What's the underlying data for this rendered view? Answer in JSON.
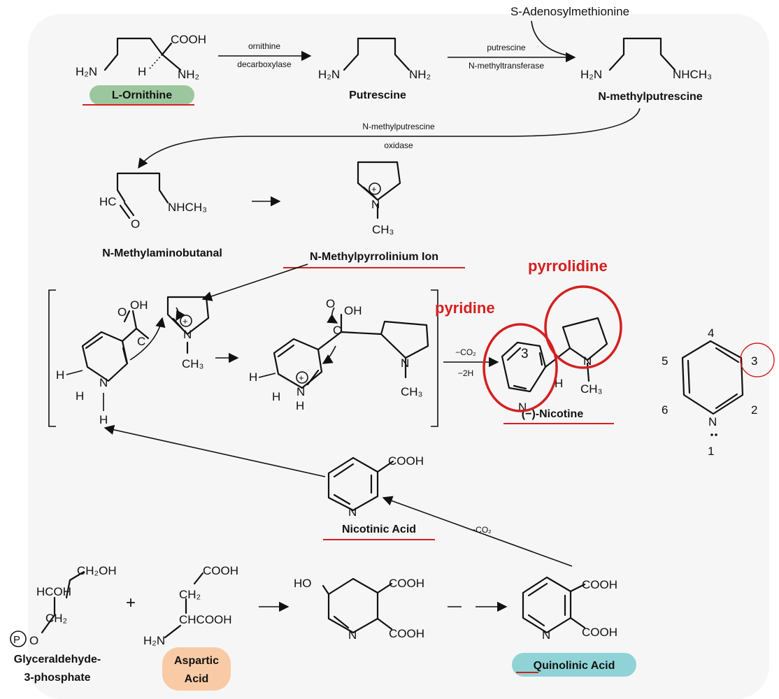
{
  "compounds": {
    "ornithine": "L-Ornithine",
    "putrescine": "Putrescine",
    "n_methylputrescine": "N-methylputrescine",
    "sam": "S-Adenosylmethionine",
    "aminobutanal": "N-Methylaminobutanal",
    "pyrrolinium": "N-Methylpyrrolinium Ion",
    "nicotine": "(−)-Nicotine",
    "nicotinic_acid": "Nicotinic Acid",
    "g3p_line1": "Glyceraldehyde-",
    "g3p_line2": "3-phosphate",
    "aspartic_line1": "Aspartic",
    "aspartic_line2": "Acid",
    "quinolinic": "Quinolinic Acid"
  },
  "enzymes": {
    "odc_line1": "ornithine",
    "odc_line2": "decarboxylase",
    "pmt_line1": "putrescine",
    "pmt_line2": "N-methyltransferase",
    "mpo_line1": "N-methylputrescine",
    "mpo_line2": "oxidase"
  },
  "conditions": {
    "co2_loss": "−CO₂",
    "h2_loss": "−2H",
    "co2_loss_nicotinic": "−CO₂"
  },
  "annotations": {
    "pyridine": "pyridine",
    "pyrrolidine": "pyrrolidine",
    "position_label": "3"
  },
  "pyridine_numbering": [
    "1",
    "2",
    "3",
    "4",
    "5",
    "6"
  ],
  "plus_sign": "+",
  "colors": {
    "ornithine_highlight": "#9cc79e",
    "aspartic_highlight": "#f8cba6",
    "quinolinic_highlight": "#8fd3d6",
    "annotation_red": "#d42020"
  }
}
